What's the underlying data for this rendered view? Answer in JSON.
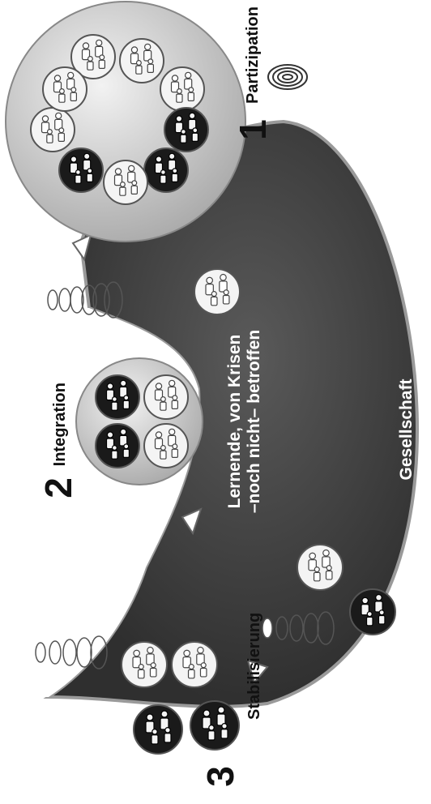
{
  "labels": {
    "participation": "Partizipation",
    "integration": "Integration",
    "stabilization": "Stabilisierung",
    "society": "Gesellschaft",
    "learners_line1": "Lernende, von Krisen",
    "learners_line2": "–noch nicht– betroffen"
  },
  "numbers": {
    "stage1": "1",
    "stage2": "2",
    "stage3": "3"
  },
  "colors": {
    "band": "#3c3c3c",
    "band_edge": "#9a9a9a",
    "bubble": "#d4d4d4",
    "figure_dark": "#1a1a1a",
    "figure_light": "#f4f4f4",
    "text": "#111111",
    "text_inverse": "#ffffff"
  }
}
